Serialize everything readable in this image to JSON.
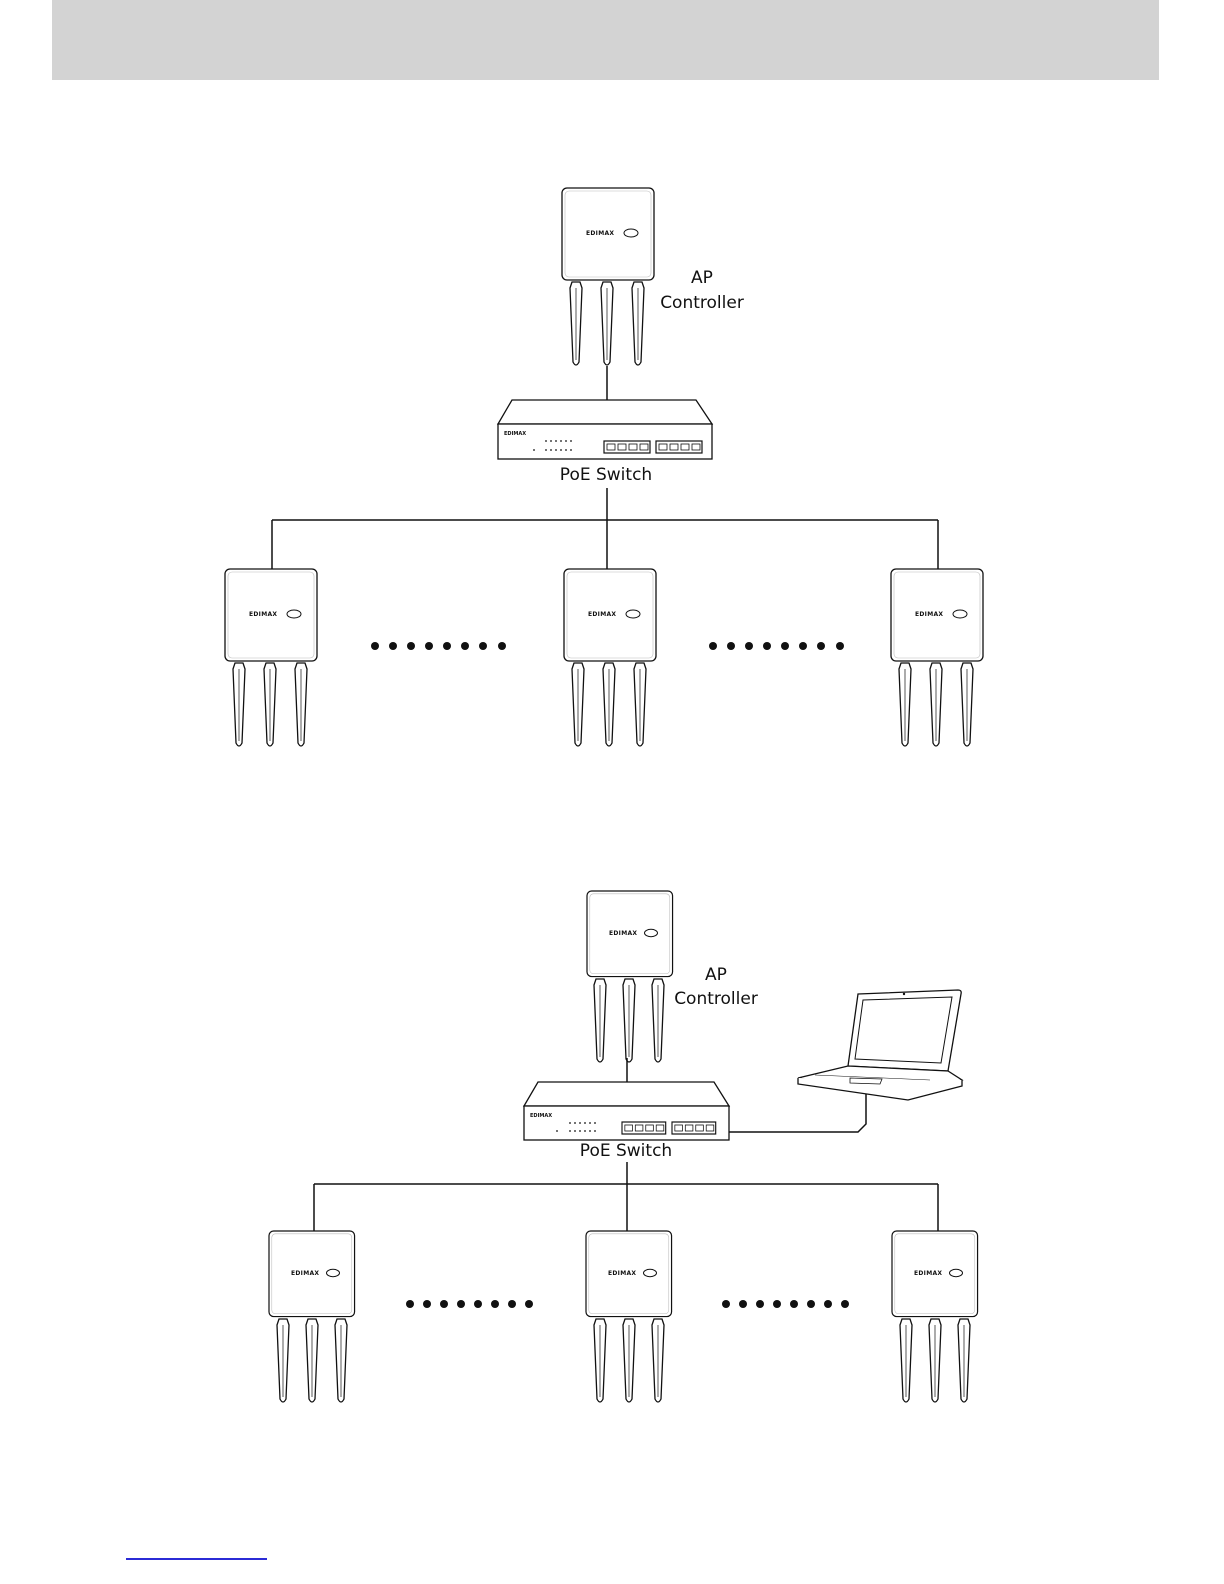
{
  "colors": {
    "header": "#d3d3d3",
    "line": "#111111",
    "footer_line": "#2b2bd6"
  },
  "diagrams": [
    {
      "controller_label": [
        "AP",
        "Controller"
      ],
      "switch_label": "PoE Switch",
      "brand": "EDIMAX"
    },
    {
      "controller_label": [
        "AP",
        "Controller"
      ],
      "switch_label": "PoE Switch",
      "brand": "EDIMAX"
    }
  ]
}
